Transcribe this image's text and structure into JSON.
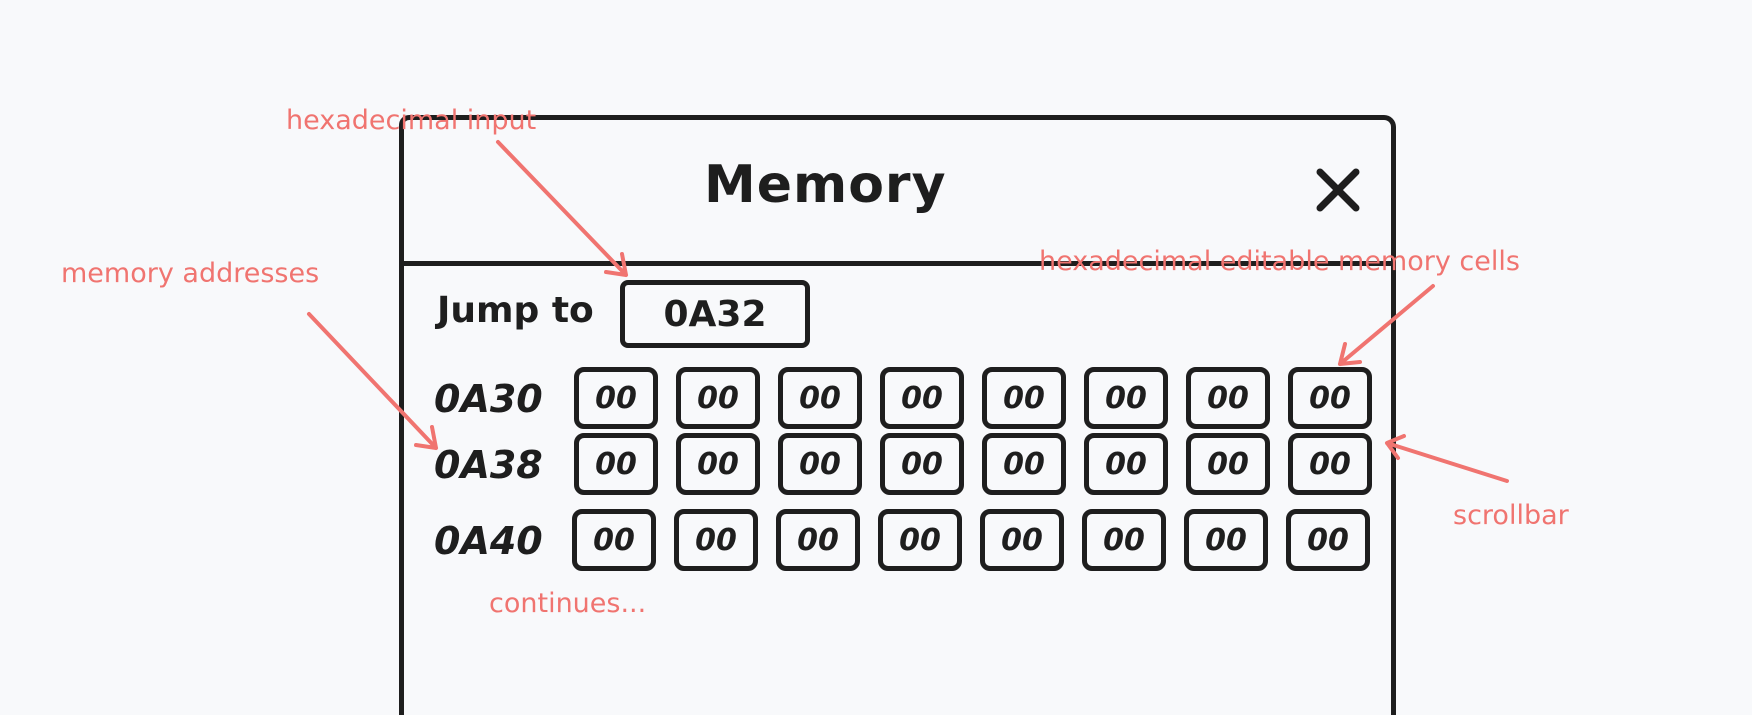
{
  "window": {
    "title": "Memory",
    "close_label": "X"
  },
  "jump": {
    "label": "Jump to",
    "value": "0A32"
  },
  "rows": [
    {
      "address": "0A30",
      "cells": [
        "00",
        "00",
        "00",
        "00",
        "00",
        "00",
        "00",
        "00"
      ]
    },
    {
      "address": "0A38",
      "cells": [
        "00",
        "00",
        "00",
        "00",
        "00",
        "00",
        "00",
        "00"
      ]
    },
    {
      "address": "0A40",
      "cells": [
        "00",
        "00",
        "00",
        "00",
        "00",
        "00",
        "00",
        "00"
      ]
    }
  ],
  "annotations": {
    "hex_input": "hexadecimal input",
    "memory_addresses": "memory addresses",
    "memory_cells": "hexadecimal editable memory cells",
    "scrollbar": "scrollbar",
    "continues": "continues..."
  },
  "colors": {
    "ink": "#1e1e1e",
    "annotation": "#f07470",
    "background": "#f8f9fb"
  }
}
